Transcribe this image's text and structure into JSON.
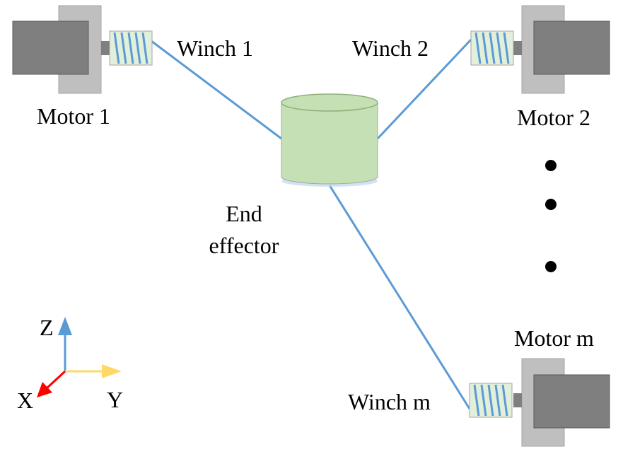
{
  "labels": {
    "winch_1": "Winch 1",
    "winch_2": "Winch 2",
    "winch_m": "Winch m",
    "motor_1": "Motor 1",
    "motor_2": "Motor 2",
    "motor_m": "Motor m",
    "end_effector_line1": "End",
    "end_effector_line2": "effector"
  },
  "axes": {
    "z": "Z",
    "y": "Y",
    "x": "X"
  },
  "colors": {
    "cable": "#5b9bd5",
    "motor_body": "#7f7f7f",
    "motor_frame": "#bfbfbf",
    "winch_drum": "#e2efda",
    "winch_coil": "#5b9bd5",
    "end_effector": "#c5e0b4",
    "axis_z": "#5b9bd5",
    "axis_y": "#ffd966",
    "axis_x": "#ff0000"
  },
  "icons": [
    "motor-icon",
    "winch-icon",
    "end-effector-icon",
    "ellipsis-dot-icon",
    "axis-arrow-icon"
  ]
}
